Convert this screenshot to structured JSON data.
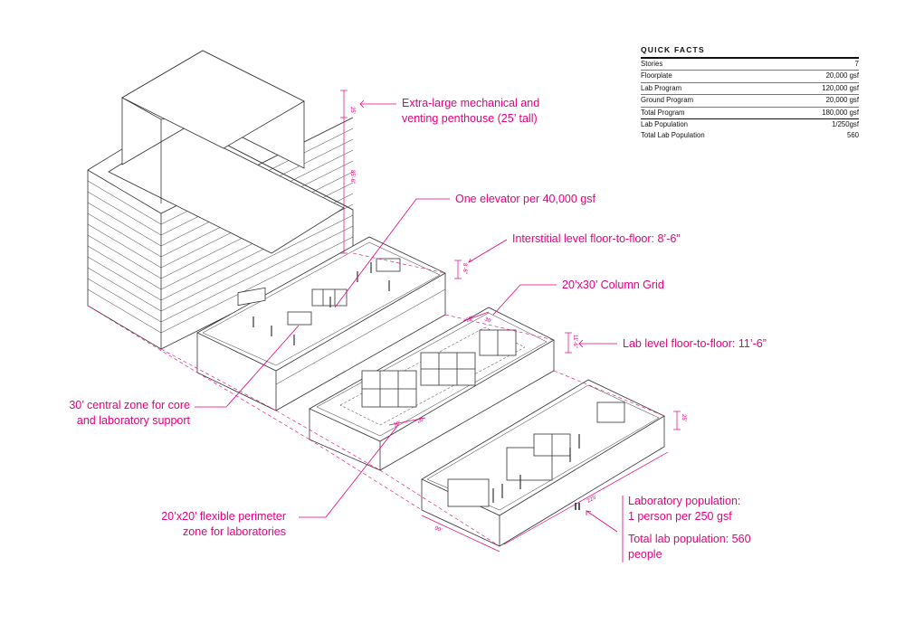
{
  "quick_facts": {
    "title": "QUICK FACTS",
    "rows": [
      {
        "label": "Stories",
        "value": "7"
      },
      {
        "label": "Floorplate",
        "value": "20,000 gsf"
      },
      {
        "label": "Lab Program",
        "value": "120,000 gsf"
      },
      {
        "label": "Ground Program",
        "value": "20,000 gsf"
      },
      {
        "label": "Total Program",
        "value": "180,000 gsf"
      },
      {
        "label": "Lab Population",
        "value": "1/250gsf"
      },
      {
        "label": "Total Lab Population",
        "value": "560"
      }
    ]
  },
  "annotations": {
    "penthouse_1": "Extra-large mechanical and",
    "penthouse_2": "venting penthouse (25’ tall)",
    "elevator": "One elevator per 40,000 gsf",
    "interstitial": "Interstitial level floor-to-floor: 8’-6”",
    "column_grid": "20’x30’ Column Grid",
    "lab_level": "Lab level floor-to-floor: 11’-6”",
    "central_1": "30’ central zone for core",
    "central_2": "and laboratory support",
    "perimeter_1": "20’x20’ flexible perimeter",
    "perimeter_2": "zone for laboratories",
    "population_1": "Laboratory population:",
    "population_2": "1 person per 250 gsf",
    "total_1": "Total lab population: 560",
    "total_2": "people"
  },
  "dimensions": {
    "penthouse_height": "25'",
    "building_height": "85'-6\"",
    "interstitial_height": "8'-6\"",
    "bay_width": "20'",
    "bay_depth": "30'",
    "lab_height": "11'-6\"",
    "core_zone": "30'",
    "perimeter_zone": "20'",
    "slab_thickness": "25'",
    "length": "225'",
    "width": "90'"
  },
  "colors": {
    "accent": "#e6007e",
    "line": "#333333"
  }
}
